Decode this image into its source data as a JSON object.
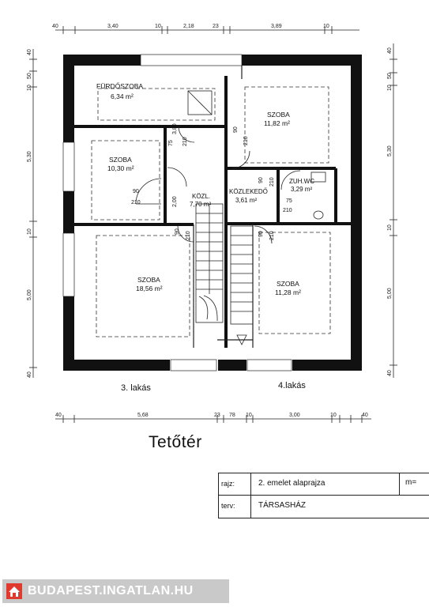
{
  "top_dims": [
    "40",
    "3,40",
    "10",
    "2,18",
    "23",
    "3,89",
    "10"
  ],
  "bottom_dims": [
    "40",
    "5,68",
    "23",
    "78",
    "10",
    "3,00",
    "10",
    "40"
  ],
  "left_dims": [
    "40",
    "10",
    "50",
    "5,30",
    "10",
    "5,00",
    "40"
  ],
  "right_dims": [
    "40",
    "10",
    "50",
    "5,30",
    "10",
    "5,00",
    "40"
  ],
  "rooms": [
    {
      "name": "FÜRDŐSZOBA",
      "area": "6,34 m²"
    },
    {
      "name": "SZOBA",
      "area": "10,30 m²"
    },
    {
      "name": "KÖZL.",
      "area": "7,70 m²"
    },
    {
      "name": "SZOBA",
      "area": "18,56 m²"
    },
    {
      "name": "SZOBA",
      "area": "11,82 m²"
    },
    {
      "name": "KÖZLEKEDŐ",
      "area": "3,61 m²"
    },
    {
      "name": "ZUH.WC",
      "area": "3,29 m²"
    },
    {
      "name": "SZOBA",
      "area": "11,28 m²"
    }
  ],
  "door_marks": [
    "3,80",
    "75",
    "210",
    "90",
    "210",
    "2,00",
    "90",
    "210",
    "90",
    "210",
    "90",
    "210",
    "90",
    "210",
    "75",
    "210",
    "90",
    "210"
  ],
  "apartments": {
    "left": "3. lakás",
    "right": "4.lakás"
  },
  "title": "Tetőtér",
  "info": {
    "rajz_key": "rajz:",
    "rajz_value": "2. emelet alaprajza",
    "rajz_extra": "m=",
    "terv_key": "terv:",
    "terv_value": "TÁRSASHÁZ"
  },
  "watermark": {
    "text": "BUDAPEST.INGATLAN.HU",
    "icon": "house-icon"
  }
}
